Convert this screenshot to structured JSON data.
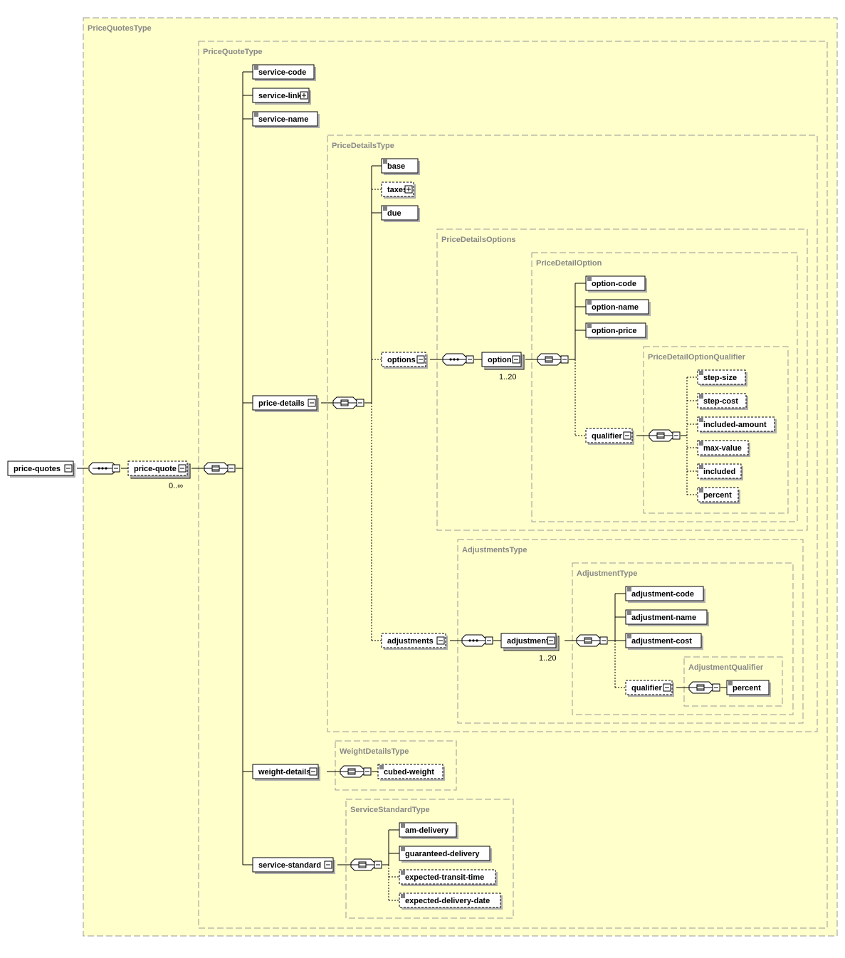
{
  "types": {
    "price_quotes_type": "PriceQuotesType",
    "price_quote_type": "PriceQuoteType",
    "price_details_type": "PriceDetailsType",
    "price_details_options": "PriceDetailsOptions",
    "price_detail_option": "PriceDetailOption",
    "price_detail_option_qualifier": "PriceDetailOptionQualifier",
    "adjustments_type": "AdjustmentsType",
    "adjustment_type": "AdjustmentType",
    "adjustment_qualifier": "AdjustmentQualifier",
    "weight_details_type": "WeightDetailsType",
    "service_standard_type": "ServiceStandardType"
  },
  "elements": {
    "price_quotes": "price-quotes",
    "price_quote": "price-quote",
    "service_code": "service-code",
    "service_link": "service-link",
    "service_name": "service-name",
    "price_details": "price-details",
    "base": "base",
    "taxes": "taxes",
    "due": "due",
    "options": "options",
    "option": "option",
    "option_code": "option-code",
    "option_name": "option-name",
    "option_price": "option-price",
    "qualifier": "qualifier",
    "step_size": "step-size",
    "step_cost": "step-cost",
    "included_amount": "included-amount",
    "max_value": "max-value",
    "included": "included",
    "percent": "percent",
    "adjustments": "adjustments",
    "adjustment": "adjustment",
    "adjustment_code": "adjustment-code",
    "adjustment_name": "adjustment-name",
    "adjustment_cost": "adjustment-cost",
    "adj_qualifier": "qualifier",
    "adj_percent": "percent",
    "weight_details": "weight-details",
    "cubed_weight": "cubed-weight",
    "service_standard": "service-standard",
    "am_delivery": "am-delivery",
    "guaranteed_delivery": "guaranteed-delivery",
    "expected_transit_time": "expected-transit-time",
    "expected_delivery_date": "expected-delivery-date"
  },
  "occurrences": {
    "price_quote": "0..∞",
    "option": "1..20",
    "adjustment": "1..20"
  },
  "icons": {
    "collapse": "minus-box-icon",
    "expand": "plus-box-icon",
    "sequence": "sequence-compositor-icon",
    "all": "all-compositor-icon",
    "simple_content": "simple-content-icon"
  },
  "colors": {
    "type_fill": "#ffffcc",
    "type_border": "#999999",
    "type_label": "#888888",
    "element_fill": "#ffffff",
    "shadow": "#b0b0b0"
  }
}
